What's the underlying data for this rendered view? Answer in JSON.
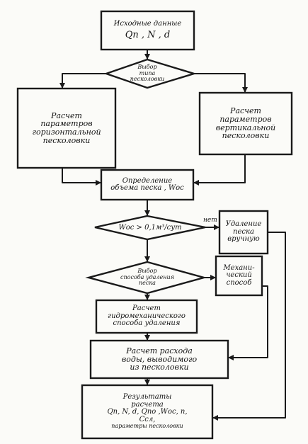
{
  "nodes": {
    "input": [
      "Исходные данные",
      "Qп , N , d"
    ],
    "choose_type": [
      "Выбор",
      "типа",
      "песколовки"
    ],
    "horizontal": [
      "Расчет",
      "параметров",
      "горизонтальной",
      "песколовки"
    ],
    "vertical": [
      "Расчет",
      "параметров",
      "вертикальной",
      "песколовки"
    ],
    "sand_volume": [
      "Определение",
      "объема песка , Wос"
    ],
    "condition": "Wос > 0,1м³/сут",
    "manual_removal": [
      "Удаление",
      "песка",
      "вручную"
    ],
    "choose_method": [
      "Выбор",
      "способа удаления",
      "песка"
    ],
    "mechanical": [
      "Механи-",
      "ческий",
      "способ"
    ],
    "hydromechanical": [
      "Расчет",
      "гидромеханического",
      "способа удаления"
    ],
    "water_flow": [
      "Расчет расхода",
      "воды, выводимого",
      "из песколовки"
    ],
    "results": [
      "Результаты",
      "расчета",
      "Qп, N, d, Qпо ,Wос, n,",
      "Cсл,",
      "параметры песколовки"
    ]
  },
  "edge_labels": {
    "no": "нет"
  }
}
